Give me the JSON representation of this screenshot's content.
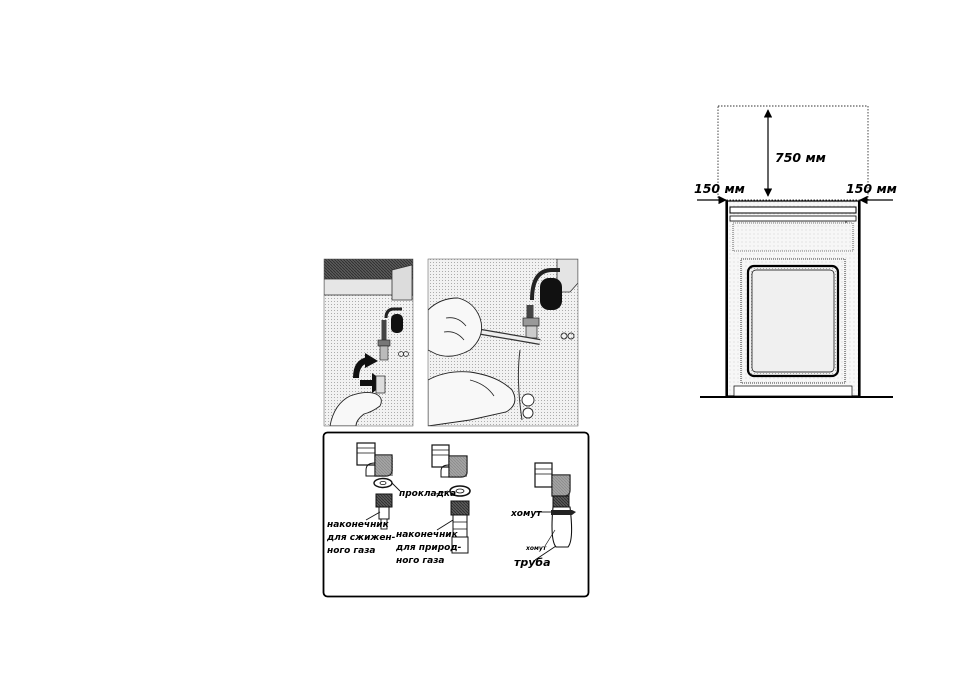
{
  "clearance": {
    "top_label": "750 мм",
    "left_label": "150 мм",
    "right_label": "150 мм"
  },
  "fittings": {
    "gasket_label": "прокладка",
    "lpg_label_lines": [
      "наконечник",
      "для сжижен-",
      "ного газа"
    ],
    "natural_label_lines": [
      "наконечник",
      "для природ-",
      "ного газа"
    ],
    "clamp_label": "хомут",
    "clamp_small_label": "хомут",
    "pipe_label": "труба"
  }
}
